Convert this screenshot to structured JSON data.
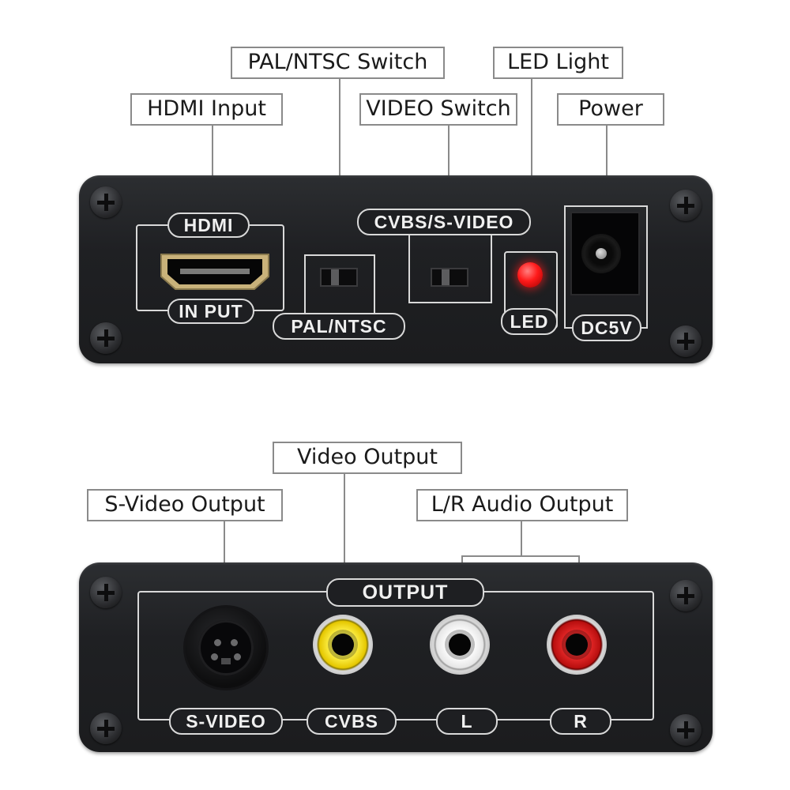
{
  "callouts": {
    "pal_ntsc_switch": "PAL/NTSC Switch",
    "led_light": "LED Light",
    "hdmi_input": "HDMI Input",
    "video_switch": "VIDEO Switch",
    "power": "Power",
    "video_output": "Video Output",
    "svideo_output": "S-Video Output",
    "lr_audio_output": "L/R Audio Output"
  },
  "front_panel": {
    "hdmi_label": "HDMI",
    "input_label": "IN PUT",
    "pal_ntsc_label": "PAL/NTSC",
    "cvbs_svideo_label": "CVBS/S-VIDEO",
    "led_label": "LED",
    "dc_label": "DC5V"
  },
  "back_panel": {
    "output_label": "OUTPUT",
    "svideo_label": "S-VIDEO",
    "cvbs_label": "CVBS",
    "l_label": "L",
    "r_label": "R"
  },
  "colors": {
    "led_on": "#ff1a1a",
    "rca_video": "#f3d400",
    "rca_audio_left": "#eeeeee",
    "rca_audio_right": "#d11a1a",
    "callout_border": "#8a8a8a"
  }
}
